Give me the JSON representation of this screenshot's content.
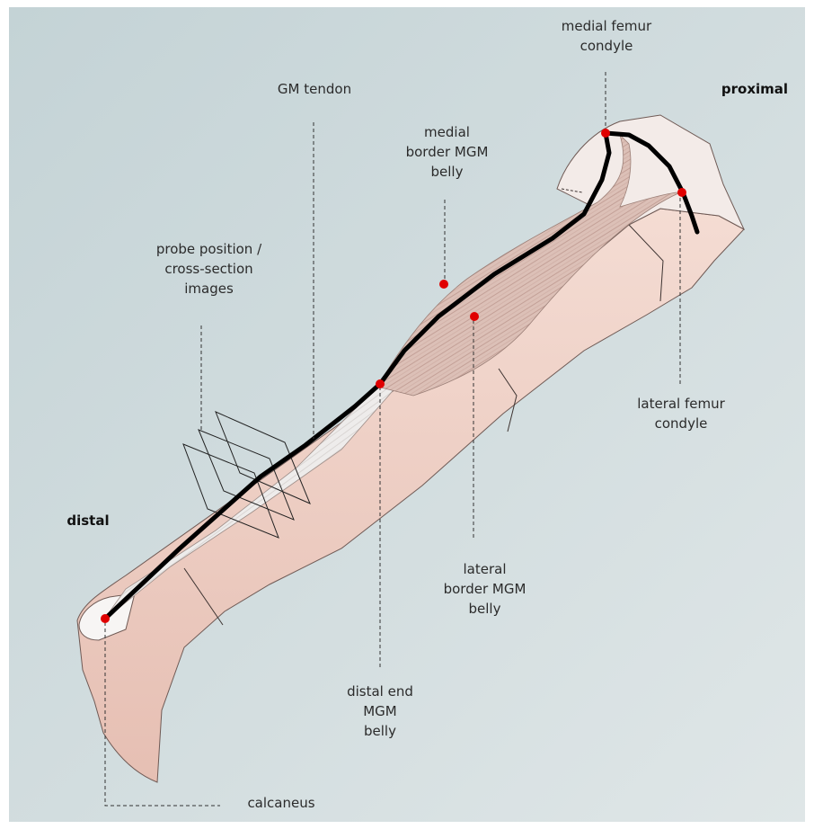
{
  "labels": {
    "gm_tendon": "GM tendon",
    "medial_femur_condyle": [
      "medial femur",
      "condyle"
    ],
    "proximal": "proximal",
    "medial_border": [
      "medial",
      "border MGM",
      "belly"
    ],
    "probe_position": [
      "probe position /",
      "cross-section",
      "images"
    ],
    "distal": "distal",
    "lateral_femur_condyle": [
      "lateral femur",
      "condyle"
    ],
    "lateral_border": [
      "lateral",
      "border MGM",
      "belly"
    ],
    "distal_end": [
      "distal end",
      "MGM",
      "belly"
    ],
    "calcaneus": "calcaneus"
  },
  "colors": {
    "background": "#c9d6d8",
    "skin": "#f1d4cb",
    "skin_shadow": "#d9b1a5",
    "muscle": "#d9b8ae",
    "tendon": "#efeeec",
    "line": "#000000",
    "landmark": "#e00000"
  }
}
